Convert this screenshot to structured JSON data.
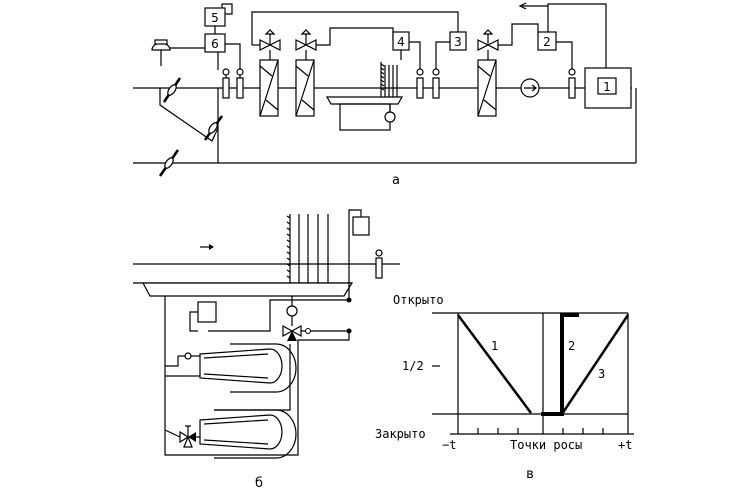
{
  "scheme_a": {
    "caption": "а",
    "boxes": {
      "b5": "5",
      "b6": "6",
      "b4": "4",
      "b3": "3",
      "b2": "2",
      "b1": "1"
    }
  },
  "scheme_b": {
    "caption": "б"
  },
  "graph_v": {
    "caption": "в",
    "y_open": "Открыто",
    "y_half": "1/2",
    "y_closed": "Закрыто",
    "x_left": "−t",
    "x_mid": "Точки росы",
    "x_right": "+t",
    "line1": "1",
    "line2": "2",
    "line3": "3"
  }
}
